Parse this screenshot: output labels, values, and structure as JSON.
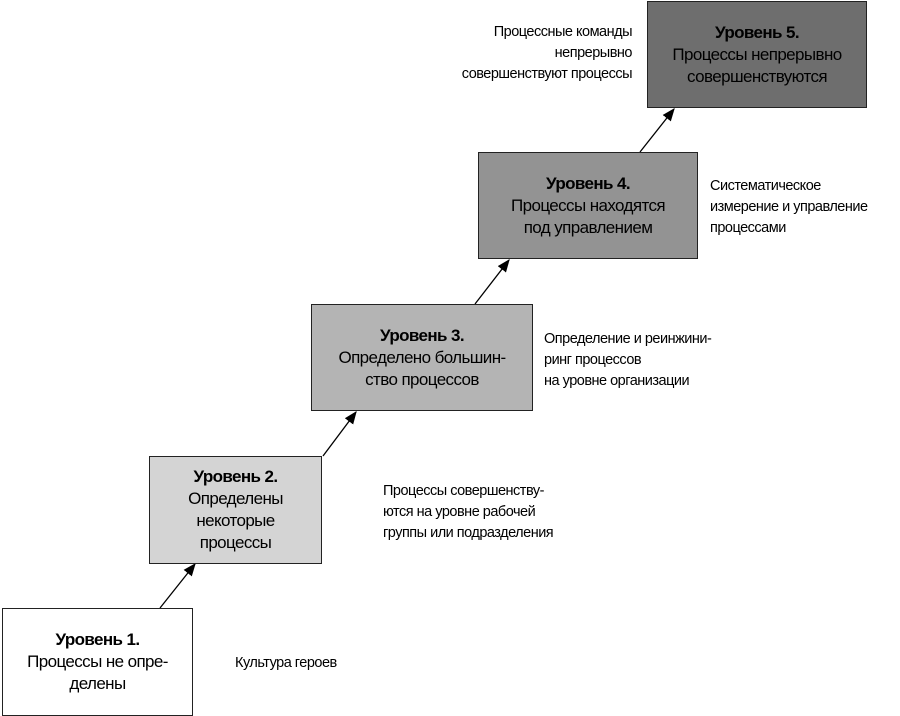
{
  "levels": [
    {
      "title": "Уровень 1.",
      "lines": [
        "Процессы не опре-",
        "делены"
      ],
      "note": [
        "Культура героев"
      ],
      "fill": "#ffffff"
    },
    {
      "title": "Уровень 2.",
      "lines": [
        "Определены некоторые",
        "процессы"
      ],
      "note": [
        "Процессы совершенству-",
        "ются на уровне рабочей",
        "группы или подразделения"
      ],
      "fill": "#d4d4d4"
    },
    {
      "title": "Уровень 3.",
      "lines": [
        "Определено большин-",
        "ство процессов"
      ],
      "note": [
        "Определение и реинжини-",
        "ринг процессов",
        "на уровне организации"
      ],
      "fill": "#b4b4b4"
    },
    {
      "title": "Уровень 4.",
      "lines": [
        "Процессы находятся",
        "под управлением"
      ],
      "note": [
        "Систематическое",
        "измерение и управление",
        "процессами"
      ],
      "fill": "#939393"
    },
    {
      "title": "Уровень 5.",
      "lines": [
        "Процессы непрерывно",
        "совершенствуются"
      ],
      "note": [
        "Процессные команды",
        "непрерывно",
        "совершенствуют процессы"
      ],
      "fill": "#6e6e6e"
    }
  ]
}
